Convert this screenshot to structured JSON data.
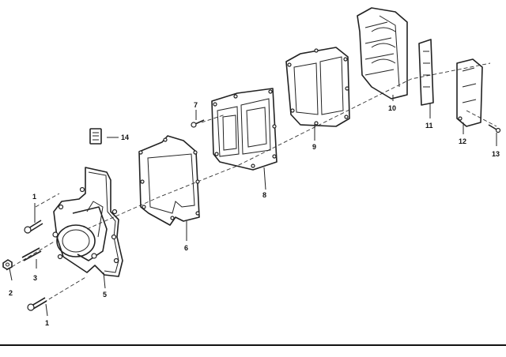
{
  "diagram": {
    "type": "exploded-parts-view",
    "labels": {
      "p1a": "1",
      "p1b": "1",
      "p2": "2",
      "p3": "3",
      "p5": "5",
      "p6": "6",
      "p7": "7",
      "p8": "8",
      "p9": "9",
      "p10": "10",
      "p11": "11",
      "p12": "12",
      "p13": "13",
      "p14": "14"
    }
  }
}
